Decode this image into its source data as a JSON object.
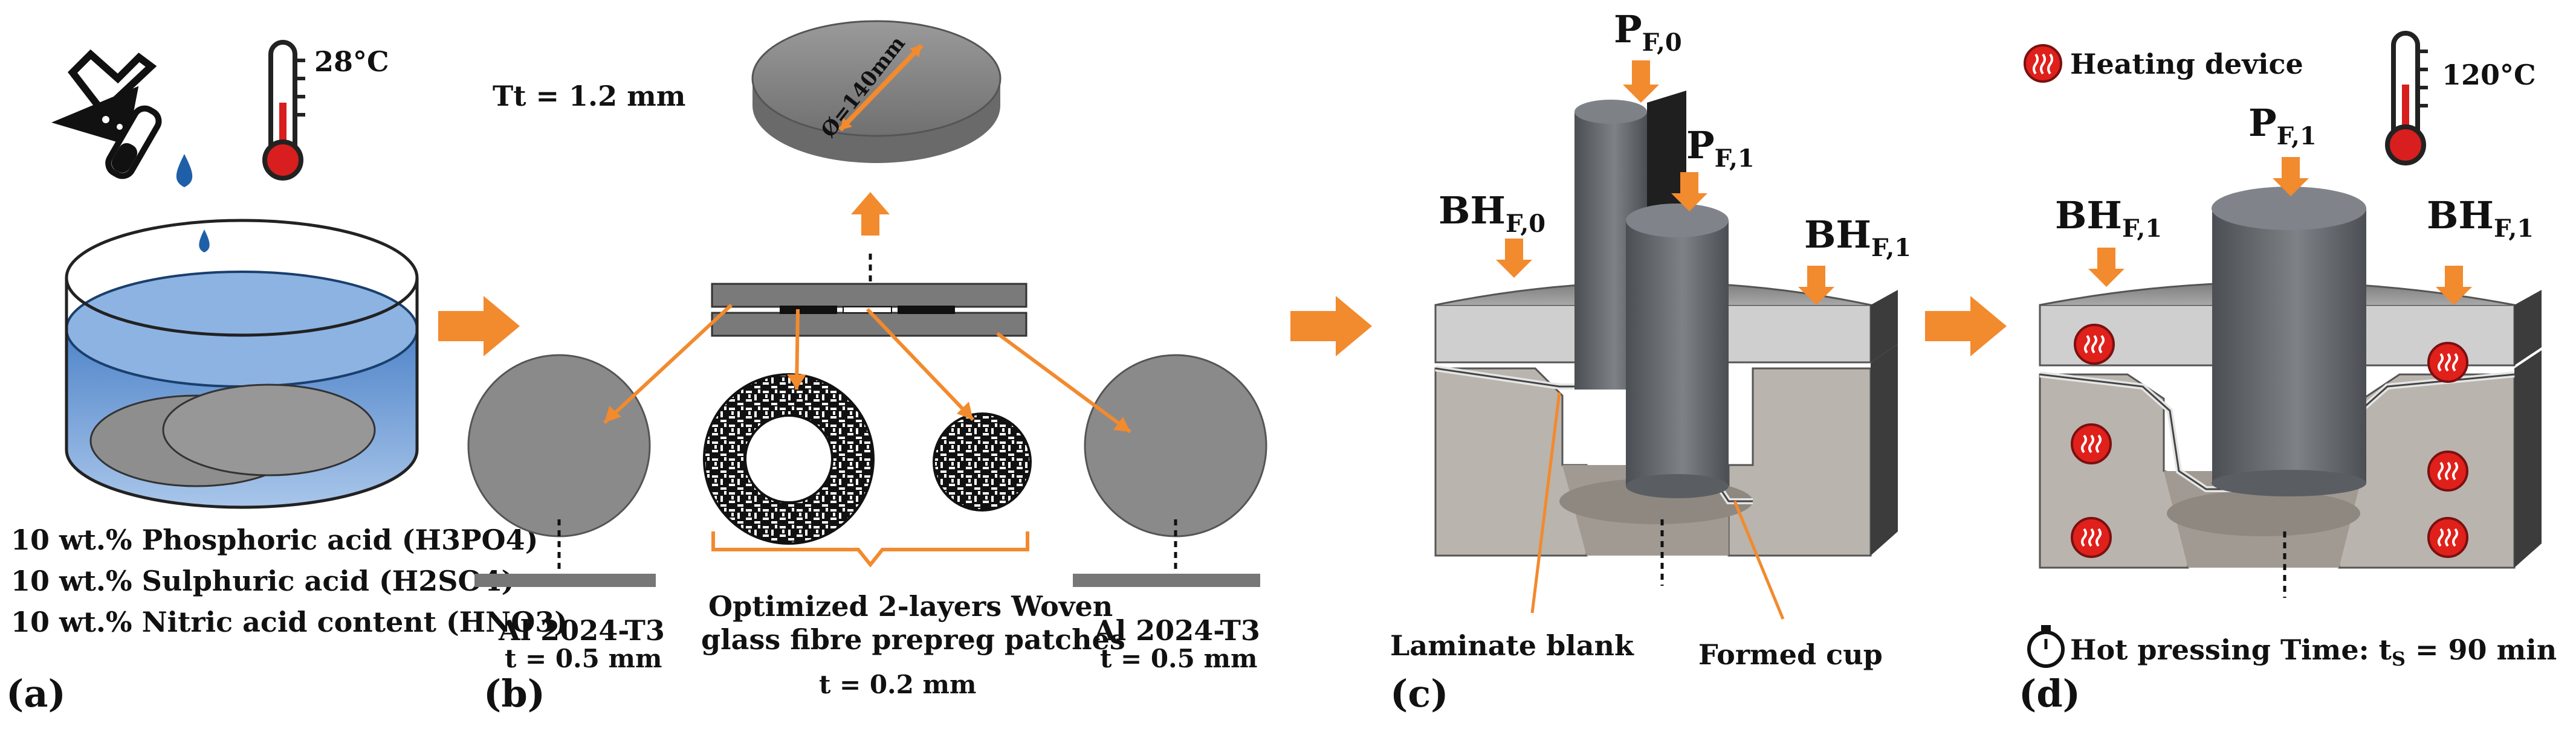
{
  "panel_a": {
    "label": "(a)",
    "temperature": "28°C",
    "acids": [
      "10 wt.% Phosphoric acid (H3PO4)",
      "10 wt.% Sulphuric acid (H2SO4)",
      "10 wt.% Nitric acid content (HNO3)"
    ]
  },
  "panel_b": {
    "label": "(b)",
    "total_thickness": "Tt = 1.2 mm",
    "diameter": "Ø=140mm",
    "sheet_left_name": "Al 2024-T3",
    "sheet_left_thickness": "t = 0.5 mm",
    "sheet_right_name": "Al 2024-T3",
    "sheet_right_thickness": "t = 0.5 mm",
    "patch_line1": "Optimized 2-layers Woven",
    "patch_line2": "glass fibre prepreg patches",
    "patch_thickness": "t = 0.2 mm"
  },
  "panel_c": {
    "label": "(c)",
    "p_f0": {
      "base": "P",
      "sub": "F,0"
    },
    "p_f1": {
      "base": "P",
      "sub": "F,1"
    },
    "bh_f0": {
      "base": "BH",
      "sub": "F,0"
    },
    "bh_f1": {
      "base": "BH",
      "sub": "F,1"
    },
    "laminate_blank": "Laminate blank",
    "formed_cup": "Formed cup"
  },
  "panel_d": {
    "label": "(d)",
    "heating_device": "Heating device",
    "temperature": "120°C",
    "p_f1": {
      "base": "P",
      "sub": "F,1"
    },
    "bh_left": {
      "base": "BH",
      "sub": "F,1"
    },
    "bh_right": {
      "base": "BH",
      "sub": "F,1"
    },
    "hot_pressing_prefix": "Hot pressing Time: t",
    "hot_pressing_sub": "S",
    "hot_pressing_suffix": " = 90 min"
  },
  "colors": {
    "arrow_orange": "#f28a2e",
    "heater_red": "#e0201b",
    "water_blue": "#6f9fd8",
    "metal_grey": "#8c8c8c",
    "die_grey": "#b9b4ad",
    "punch_grey": "#6e7277"
  }
}
